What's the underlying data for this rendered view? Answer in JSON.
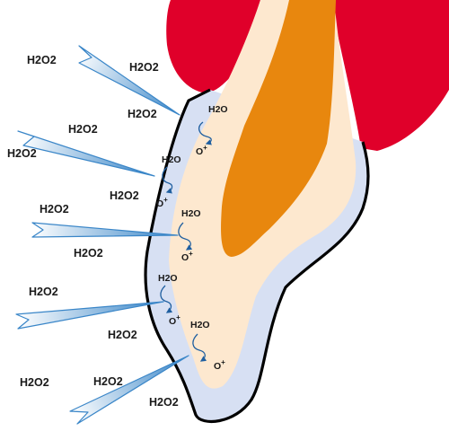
{
  "labels": {
    "peroxide": "H2O2",
    "water": "H2O",
    "oxygen": "O",
    "charge": "+"
  },
  "colors": {
    "gum": "#e0002a",
    "enamel": "#d7e0f3",
    "dentin": "#fde8cf",
    "pulp": "#e8870e",
    "ray": "#3a86c8",
    "arrow": "#1f5fa0",
    "outline": "#000000"
  },
  "icons": [
    "light-ray-icon",
    "reaction-arrow-icon"
  ]
}
